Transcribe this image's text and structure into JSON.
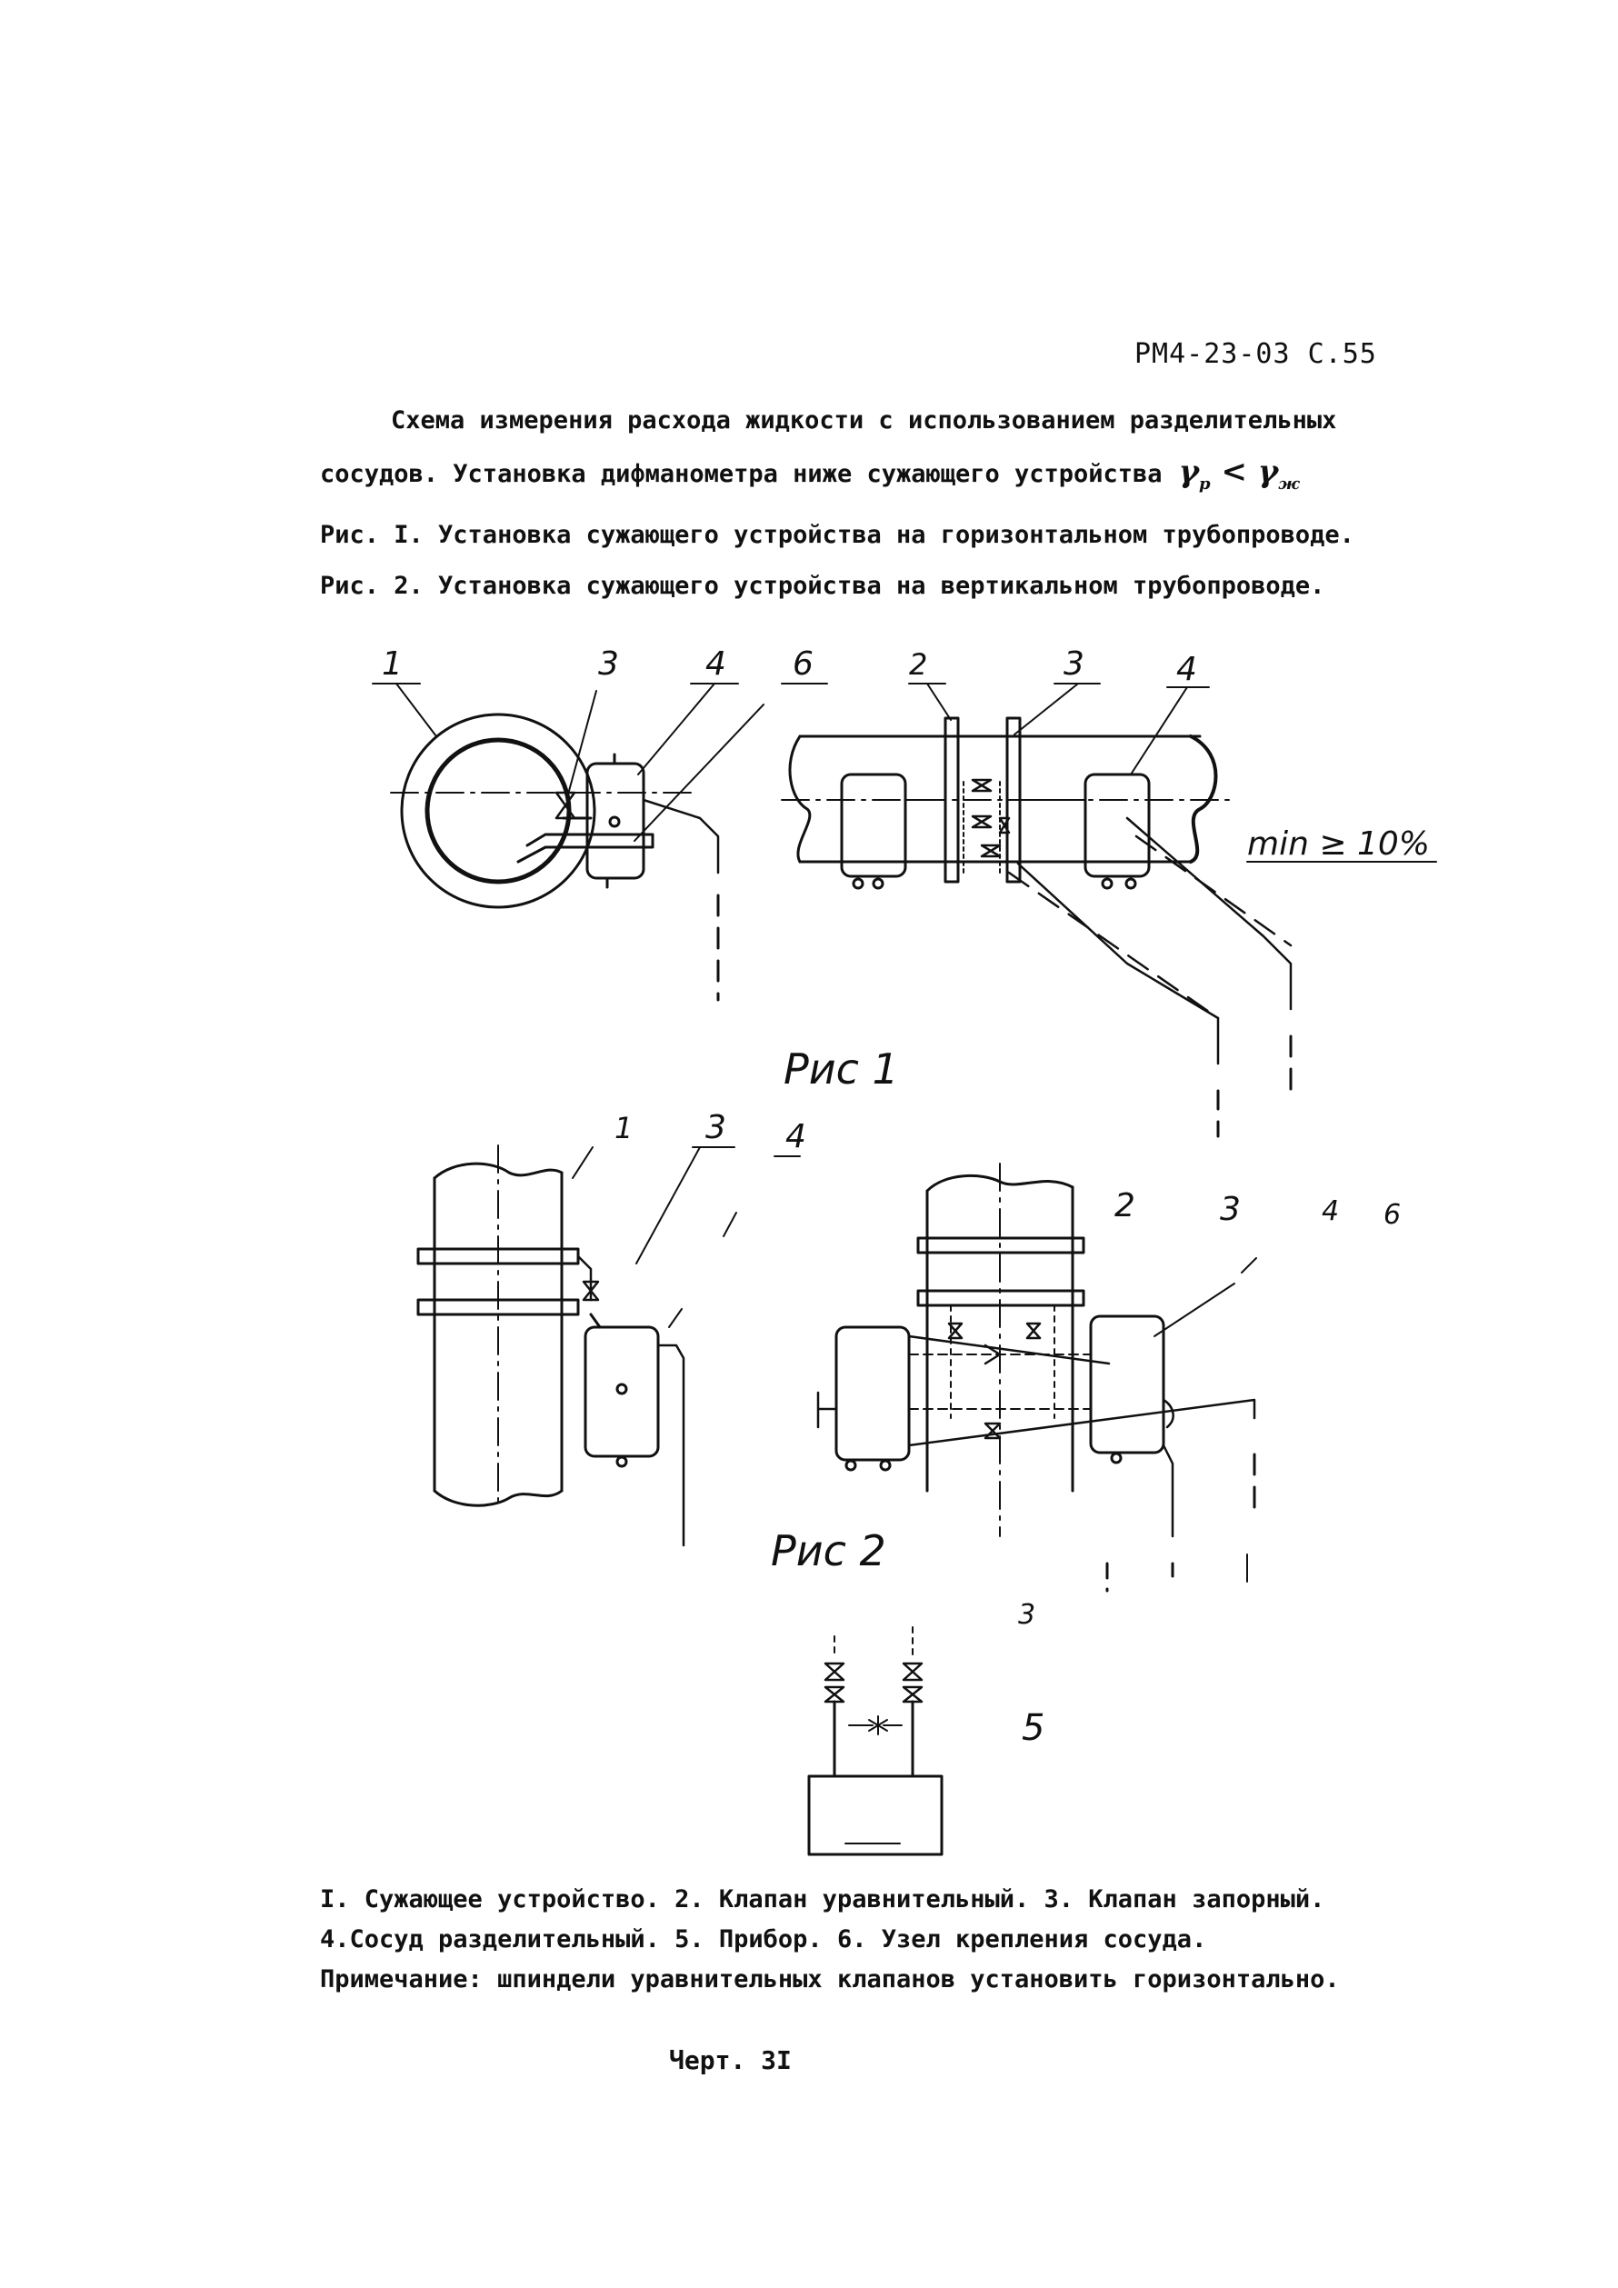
{
  "header": {
    "page_code": "РМ4-23-03 С.55"
  },
  "intro": {
    "line1": "Схема измерения расхода жидкости с использованием разделительных",
    "line2": "сосудов. Установка дифманометра ниже сужающего устройства",
    "gamma_left": "γ",
    "gamma_left_sub": "р",
    "gamma_op": "<",
    "gamma_right": "γ",
    "gamma_right_sub": "ж",
    "line3": "Рис. I. Установка сужающего устройства на горизонтальном трубопроводе.",
    "line4": "Рис. 2. Установка сужающего устройства на вертикальном трубопроводе."
  },
  "figure1": {
    "caption": "Рис 1",
    "labels": {
      "l1": "1",
      "l3a": "3",
      "l4a": "4",
      "l6": "6",
      "l2": "2",
      "l3b": "3",
      "l4b": "4"
    },
    "slope_note": "min ≥ 10%"
  },
  "figure2": {
    "caption": "Рис 2",
    "labels": {
      "l1": "1",
      "l3a": "3",
      "l4a": "4",
      "l2": "2",
      "l3b": "3",
      "l4b": "4",
      "l6": "6",
      "l3c": "3",
      "l5": "5"
    }
  },
  "legend": {
    "line1": "I. Сужающее устройство. 2. Клапан уравнительный. 3. Клапан запорный.",
    "line2": "4.Сосуд разделительный. 5. Прибор. 6. Узел крепления сосуда.",
    "line3": "Примечание: шпиндели уравнительных клапанов установить горизонтально."
  },
  "footer": {
    "sheet_number": "Черт. 3I"
  }
}
